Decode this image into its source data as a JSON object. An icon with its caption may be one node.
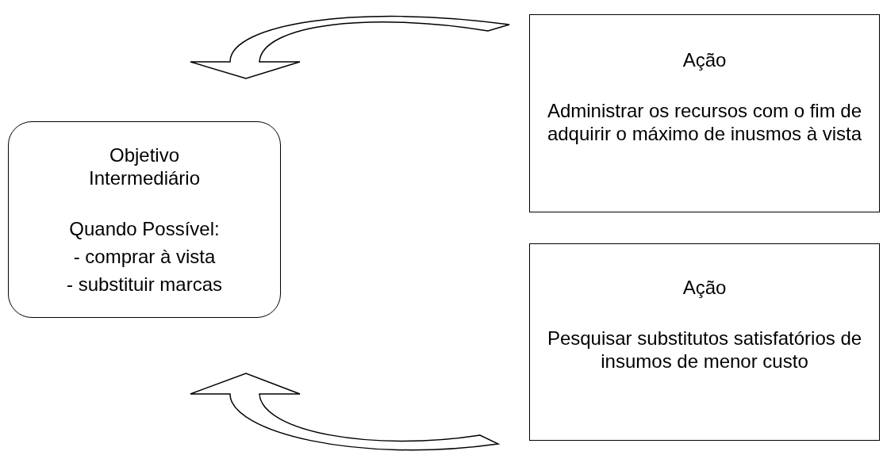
{
  "diagram": {
    "nodes": [
      {
        "text": [
          "Objetivo Intermediário",
          "Quando Possível:",
          "- comprar à vista",
          "- substituir marcas"
        ]
      },
      {
        "text": [
          "Ação",
          "Administrar os recursos com o fim de adquirir o máximo de inusmos à vista"
        ]
      },
      {
        "text": [
          "Ação",
          "Pesquisar substitutos satisfatórios de insumos de menor custo"
        ]
      }
    ],
    "edges": [
      {
        "from": 1,
        "to": 0,
        "arrow": "to"
      },
      {
        "from": 2,
        "to": 0,
        "arrow": "to"
      }
    ]
  }
}
